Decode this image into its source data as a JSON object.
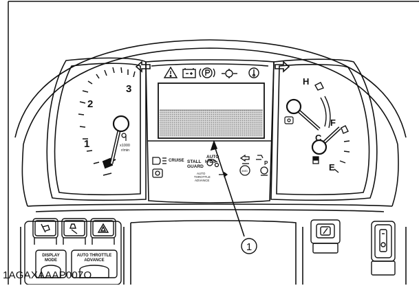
{
  "tachometer": {
    "ticks": [
      "1",
      "2",
      "3"
    ],
    "unit_top": "x1000",
    "unit_bottom": "r/min"
  },
  "temp_gauge": {
    "high": "H",
    "cold": "C"
  },
  "fuel_gauge": {
    "full": "F",
    "empty": "E"
  },
  "indicators": {
    "cruise": "CRUISE",
    "stall_guard_1": "STALL",
    "stall_guard_2": "GUARD",
    "auto_hdt_1": "AUTO",
    "auto_hdt_2": "H-DS",
    "auto_throttle_1": "AUTO",
    "auto_throttle_2": "THROTTLE",
    "auto_throttle_3": "ADVANCE",
    "park": "P",
    "icon_4wd": "4WD"
  },
  "callout": {
    "number": "1"
  },
  "switches": {
    "display_mode_1": "DISPLAY",
    "display_mode_2": "MODE",
    "auto_throttle_1": "AUTO THROTTLE",
    "auto_throttle_2": "ADVANCE"
  },
  "figure_id": "1AGAXAAAP007O",
  "colors": {
    "ink": "#111111",
    "panel": "#ffffff",
    "lcd": "#bdbdbd"
  }
}
